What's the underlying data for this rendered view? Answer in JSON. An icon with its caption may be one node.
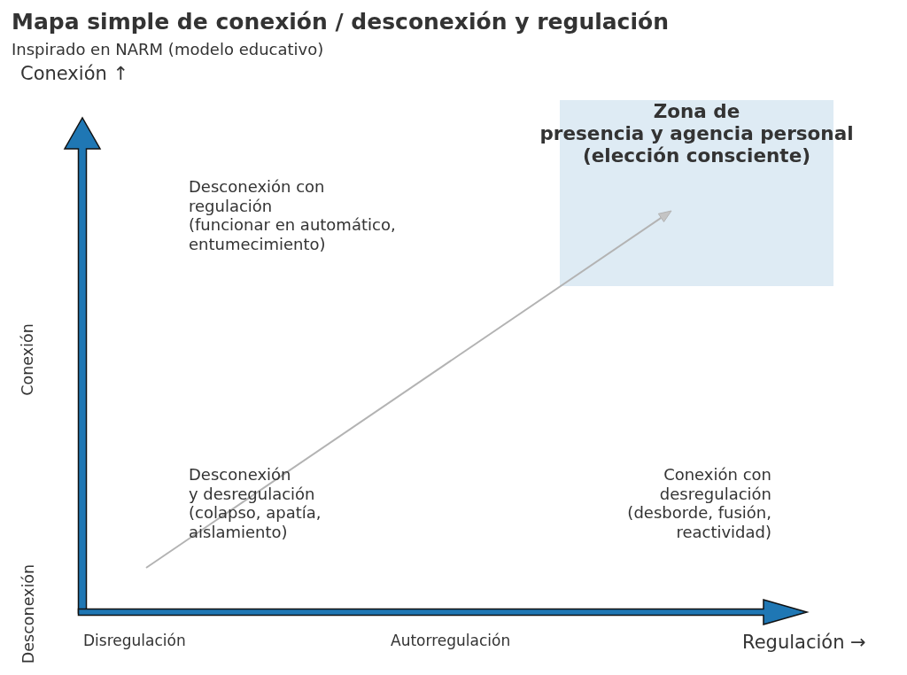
{
  "diagram": {
    "title": "Mapa simple de conexión / desconexión y regulación",
    "nodes": [
      {
        "text": [
          "Zona de presencia y agencia personal (elección consciente)"
        ]
      }
    ],
    "labels": [
      "Inspirado en NARM (modelo educativo)",
      "Conexión ↑",
      "Desconexión con regulación (funcionar en automático, entumecimiento)",
      "Conexión",
      "Desconexión y desregulación (colapso, apatía, aislamiento)",
      "Conexión con desregulación (desborde, fusión, reactividad)",
      "Desconexión",
      "Disregulación",
      "Autorregulación",
      "Regulación →"
    ]
  }
}
